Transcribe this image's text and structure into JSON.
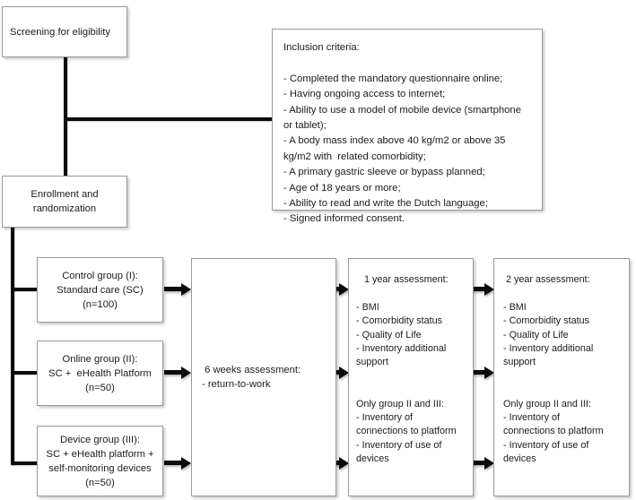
{
  "diagram": {
    "title": "Study flow diagram",
    "line_color": "#0b0b0b",
    "box_border_color": "#9a9a9a",
    "box_fill_color": "#ffffff",
    "text_color": "#1b1b1b"
  },
  "nodes": {
    "screening": {
      "label": "Screening for eligibility"
    },
    "inclusion_criteria": {
      "heading": "Inclusion criteria:",
      "items": [
        "- Completed the mandatory questionnaire online;",
        "- Having ongoing access to internet;",
        "- Ability to use a model of mobile device (smartphone or tablet);",
        "- A body mass index above 40 kg/m2 or above 35 kg/m2 with  related comorbidity;",
        "- A primary gastric sleeve or bypass planned;",
        "- Age of 18 years or more;",
        "- Ability to read and write the Dutch language;",
        "- Signed informed consent."
      ],
      "text": "Inclusion criteria:\n\n- Completed the mandatory questionnaire online;\n- Having ongoing access to internet;\n- Ability to use a model of mobile device (smartphone or tablet);\n- A body mass index above 40 kg/m2 or above 35 kg/m2 with  related comorbidity;\n- A primary gastric sleeve or bypass planned;\n- Age of 18 years or more;\n- Ability to read and write the Dutch language;\n- Signed informed consent."
    },
    "enrollment": {
      "label": "Enrollment and\nrandomization"
    },
    "control_group": {
      "line1": "Control group (I):",
      "line2": "Standard care (SC)",
      "line3": "(n=100)",
      "n": 100
    },
    "online_group": {
      "line1": "Online group (II):",
      "line2": "SC +  eHealth Platform",
      "line3": "(n=50)",
      "n": 50
    },
    "device_group": {
      "line1": "Device group (III):",
      "line2": "SC + eHealth platform +\nself-monitoring devices",
      "line3": "(n=50)",
      "n": 50
    },
    "six_weeks": {
      "heading": "6 weeks assessment:",
      "items": [
        "- return-to-work"
      ],
      "text": " 6 weeks assessment:\n- return-to-work"
    },
    "one_year": {
      "heading": "1 year assessment:",
      "items": [
        "- BMI",
        "- Comorbidity status",
        "- Quality of Life",
        "- Inventory additional support"
      ],
      "subheading": "Only group II and III:",
      "subitems": [
        "- Inventory of connections to platform",
        "- Inventory of use of devices"
      ],
      "text": "   1 year assessment:\n\n- BMI\n- Comorbidity status\n- Quality of Life\n- Inventory additional\nsupport\n\n\nOnly group II and III:\n- Inventory of\nconnections to platform\n- Inventory of use of\ndevices"
    },
    "two_year": {
      "heading": "2 year assessment:",
      "items": [
        "- BMI",
        "- Comorbidity status",
        "- Quality of Life",
        "- Inventory additional support"
      ],
      "subheading": "Only group II and III:",
      "subitems": [
        "- Inventory of connections to platform",
        "- Inventory of use of devices"
      ],
      "text": " 2 year assessment:\n\n- BMI\n- Comorbidity status\n- Quality of Life\n- Inventory additional\nsupport\n\n\nOnly group II and III:\n- Inventory of\nconnections to platform\n- Inventory of use of\ndevices"
    }
  },
  "edges": [
    {
      "from": "screening",
      "to": "enrollment",
      "style": "vertical-line"
    },
    {
      "from": "screening",
      "to": "inclusion_criteria",
      "style": "horizontal-branch"
    },
    {
      "from": "enrollment",
      "to": "control_group",
      "style": "branch"
    },
    {
      "from": "enrollment",
      "to": "online_group",
      "style": "branch"
    },
    {
      "from": "enrollment",
      "to": "device_group",
      "style": "branch"
    },
    {
      "from": "control_group",
      "to": "six_weeks",
      "style": "arrow"
    },
    {
      "from": "online_group",
      "to": "six_weeks",
      "style": "arrow"
    },
    {
      "from": "device_group",
      "to": "six_weeks",
      "style": "arrow"
    },
    {
      "from": "six_weeks",
      "to": "one_year",
      "style": "arrow"
    },
    {
      "from": "one_year",
      "to": "two_year",
      "style": "arrow"
    }
  ]
}
